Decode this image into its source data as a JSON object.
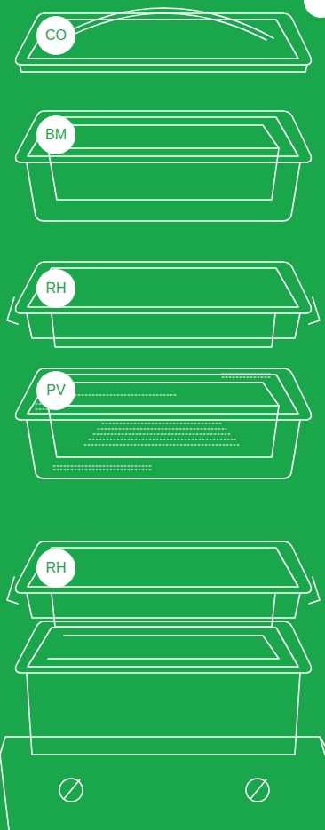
{
  "diagram": {
    "nodes": [
      {
        "text": [
          "CO"
        ]
      },
      {
        "text": [
          "BM"
        ]
      },
      {
        "text": [
          "RH"
        ]
      },
      {
        "text": [
          "PV"
        ]
      },
      {
        "text": [
          "RH"
        ]
      }
    ]
  }
}
